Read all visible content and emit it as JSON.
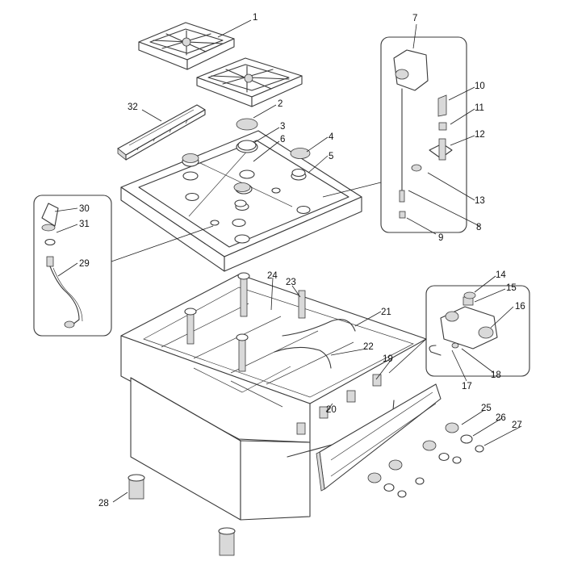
{
  "diagram": {
    "parts": [
      {
        "number": "1"
      },
      {
        "number": "2"
      },
      {
        "number": "3"
      },
      {
        "number": "4"
      },
      {
        "number": "5"
      },
      {
        "number": "6"
      },
      {
        "number": "7"
      },
      {
        "number": "8"
      },
      {
        "number": "9"
      },
      {
        "number": "10"
      },
      {
        "number": "11"
      },
      {
        "number": "12"
      },
      {
        "number": "13"
      },
      {
        "number": "14"
      },
      {
        "number": "15"
      },
      {
        "number": "16"
      },
      {
        "number": "17"
      },
      {
        "number": "18"
      },
      {
        "number": "19"
      },
      {
        "number": "20"
      },
      {
        "number": "21"
      },
      {
        "number": "22"
      },
      {
        "number": "23"
      },
      {
        "number": "24"
      },
      {
        "number": "25"
      },
      {
        "number": "26"
      },
      {
        "number": "27"
      },
      {
        "number": "28"
      },
      {
        "number": "29"
      },
      {
        "number": "30"
      },
      {
        "number": "31"
      },
      {
        "number": "32"
      }
    ]
  }
}
